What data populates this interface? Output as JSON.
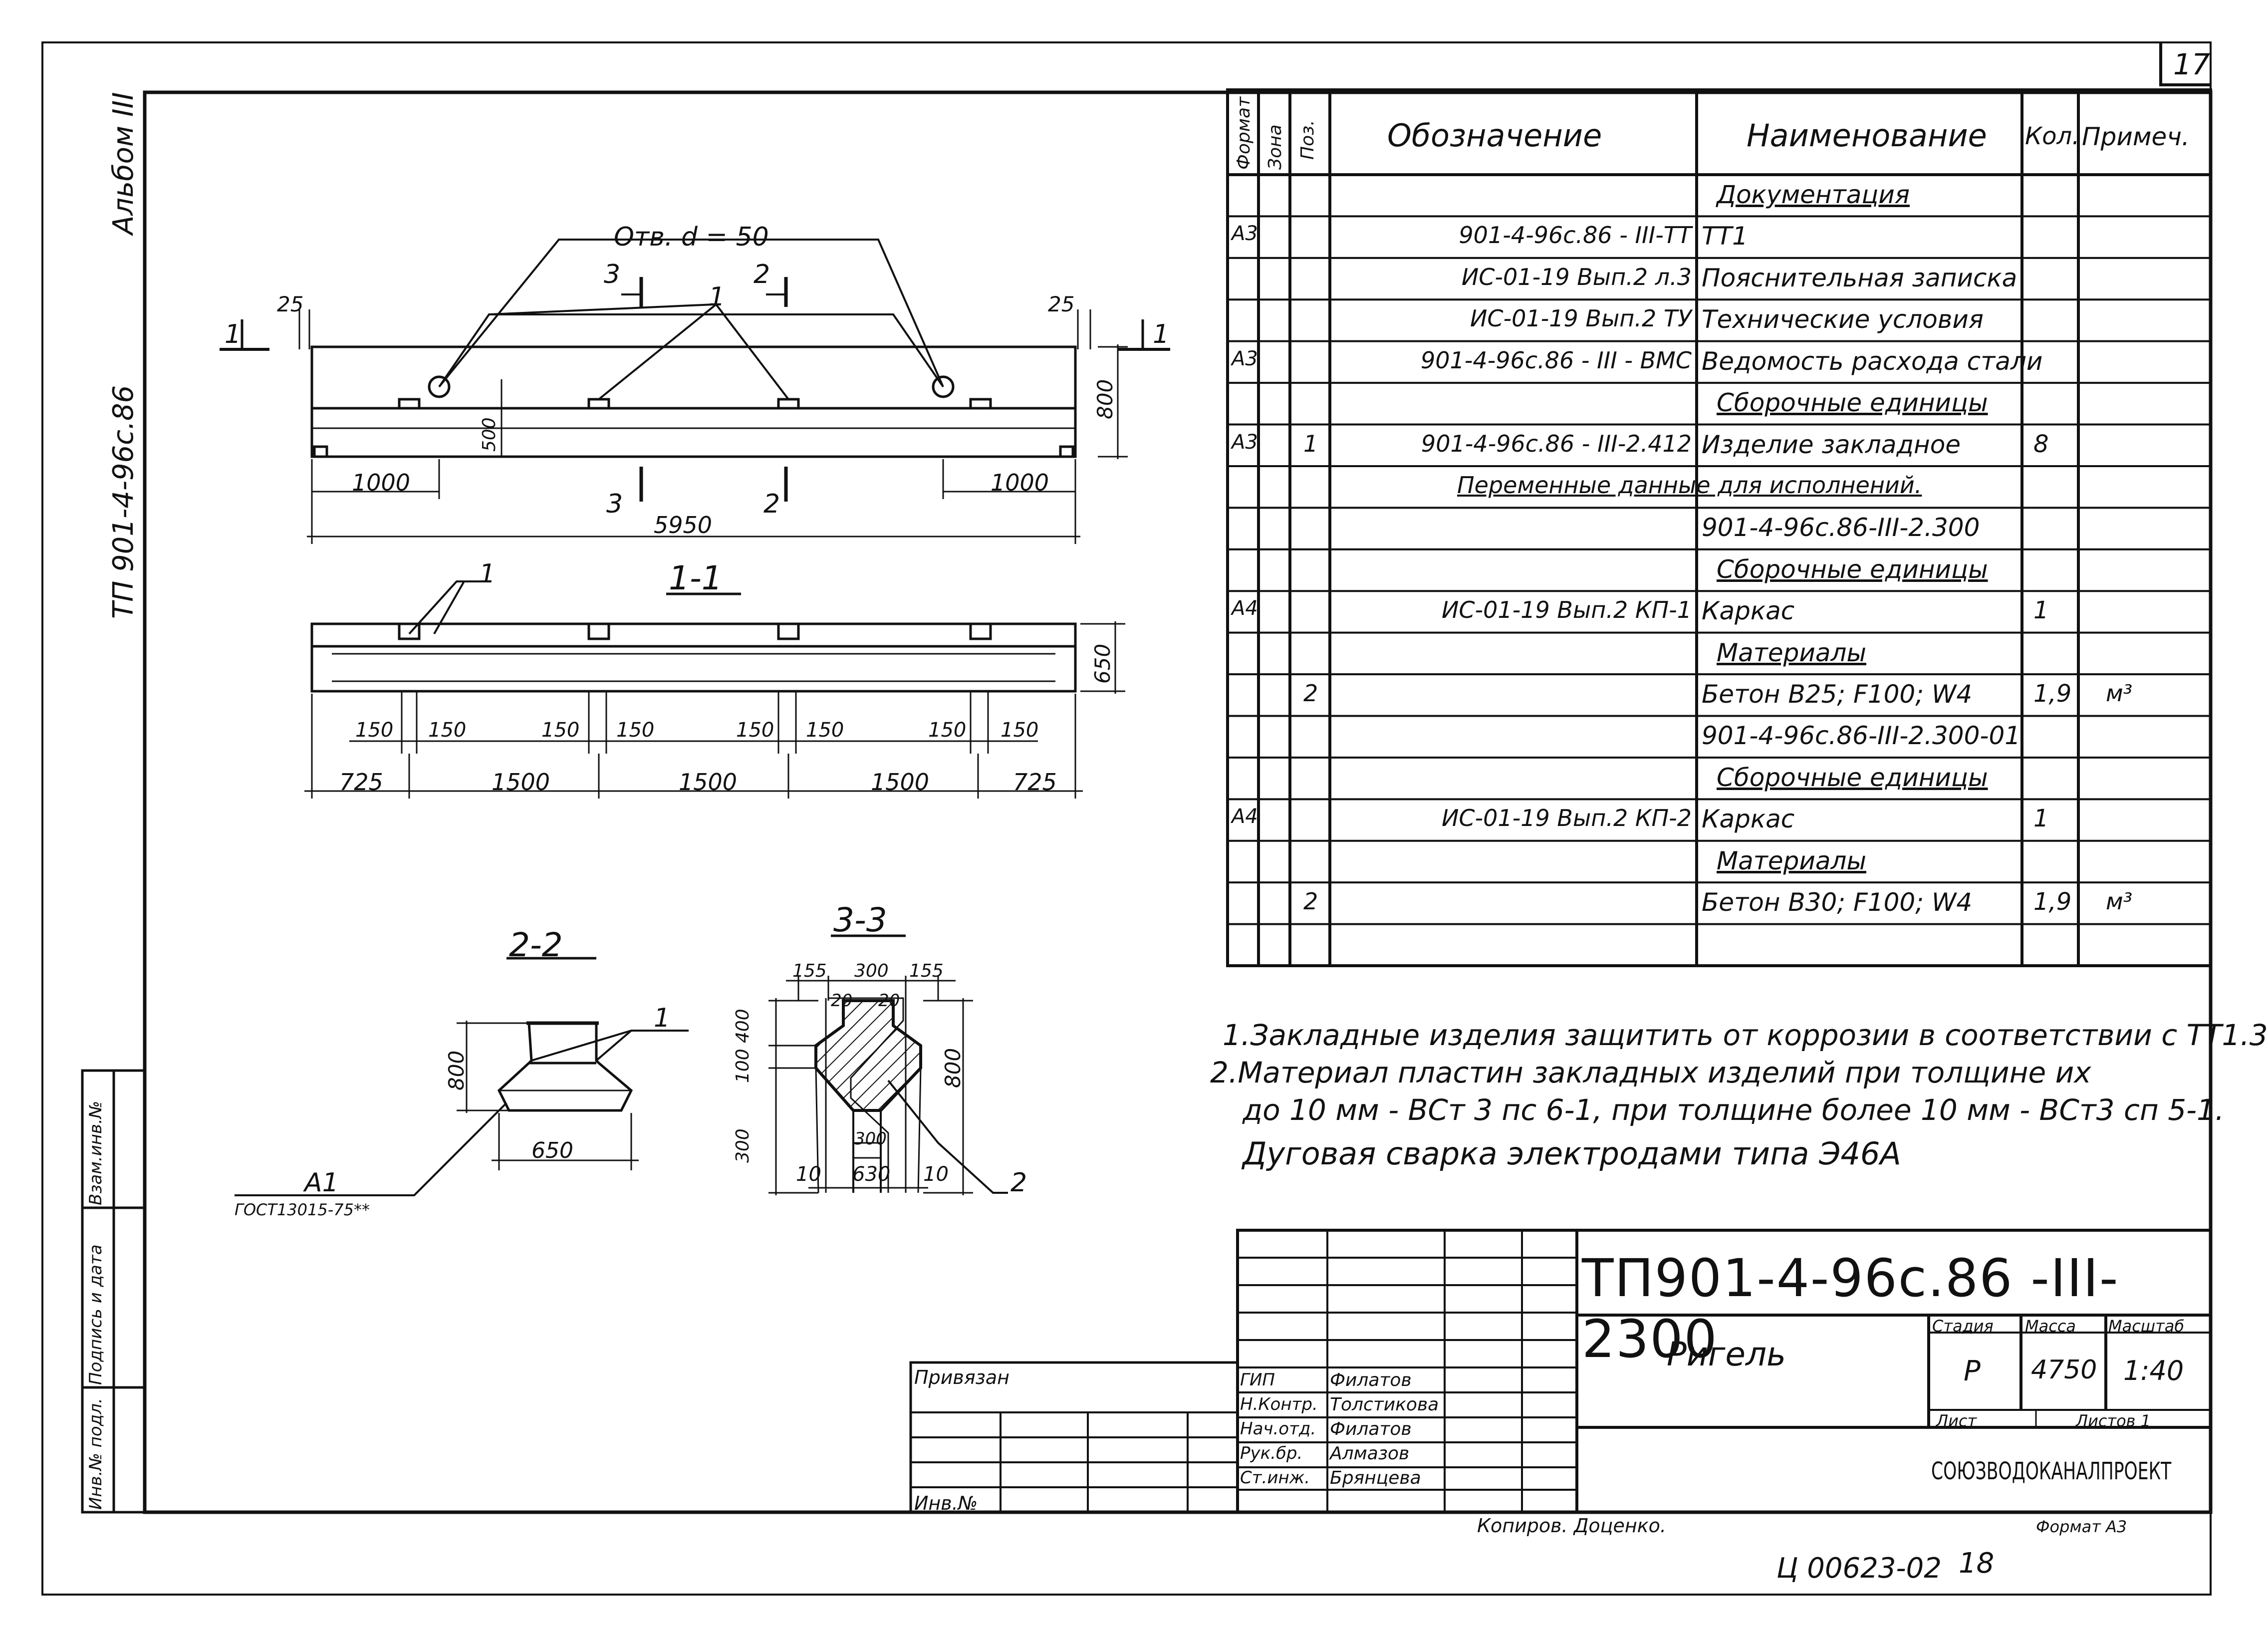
{
  "sheet_number": "17",
  "album_label": "Альбом III",
  "side_code": "ТП 901-4-96с.86",
  "spec": {
    "header": {
      "format": "Формат",
      "zone": "Зона",
      "pos": "Поз.",
      "designation": "Обозначение",
      "name": "Наименование",
      "qty": "Кол.",
      "note": "Примеч."
    },
    "rows": [
      {
        "fmt": "",
        "pos": "",
        "des": "",
        "name": "Документация",
        "qty": "",
        "note": ""
      },
      {
        "fmt": "А3",
        "pos": "",
        "des": "901-4-96с.86 - III-ТТ",
        "name": "ТТ1",
        "qty": "",
        "note": ""
      },
      {
        "fmt": "",
        "pos": "",
        "des": "ИС-01-19 Вып.2 л.3",
        "name": "Пояснительная записка",
        "qty": "",
        "note": ""
      },
      {
        "fmt": "",
        "pos": "",
        "des": "ИС-01-19 Вып.2 ТУ",
        "name": "Технические условия",
        "qty": "",
        "note": ""
      },
      {
        "fmt": "А3",
        "pos": "",
        "des": "901-4-96с.86 - III - ВМС",
        "name": "Ведомость расхода стали",
        "qty": "",
        "note": ""
      },
      {
        "fmt": "",
        "pos": "",
        "des": "",
        "name": "Сборочные единицы",
        "qty": "",
        "note": ""
      },
      {
        "fmt": "А3",
        "pos": "1",
        "des": "901-4-96с.86 - III-2.412",
        "name": "Изделие закладное",
        "qty": "8",
        "note": ""
      },
      {
        "fmt": "",
        "pos": "",
        "des": "Переменные данные для исполнений.",
        "name": "",
        "qty": "",
        "note": ""
      },
      {
        "fmt": "",
        "pos": "",
        "des": "",
        "name": "901-4-96с.86-III-2.300",
        "qty": "",
        "note": ""
      },
      {
        "fmt": "",
        "pos": "",
        "des": "",
        "name": "Сборочные единицы",
        "qty": "",
        "note": ""
      },
      {
        "fmt": "А4",
        "pos": "",
        "des": "ИС-01-19 Вып.2 КП-1",
        "name": "Каркас",
        "qty": "1",
        "note": ""
      },
      {
        "fmt": "",
        "pos": "",
        "des": "",
        "name": "Материалы",
        "qty": "",
        "note": ""
      },
      {
        "fmt": "",
        "pos": "2",
        "des": "",
        "name": "Бетон В25; F100; W4",
        "qty": "1,9",
        "note": "м³"
      },
      {
        "fmt": "",
        "pos": "",
        "des": "",
        "name": "901-4-96с.86-III-2.300-01",
        "qty": "",
        "note": ""
      },
      {
        "fmt": "",
        "pos": "",
        "des": "",
        "name": "Сборочные единицы",
        "qty": "",
        "note": ""
      },
      {
        "fmt": "А4",
        "pos": "",
        "des": "ИС-01-19 Вып.2 КП-2",
        "name": "Каркас",
        "qty": "1",
        "note": ""
      },
      {
        "fmt": "",
        "pos": "",
        "des": "",
        "name": "Материалы",
        "qty": "",
        "note": ""
      },
      {
        "fmt": "",
        "pos": "2",
        "des": "",
        "name": "Бетон В30; F100; W4",
        "qty": "1,9",
        "note": "м³"
      },
      {
        "fmt": "",
        "pos": "",
        "des": "",
        "name": "",
        "qty": "",
        "note": ""
      }
    ]
  },
  "notes": [
    "1.Закладные изделия защитить от коррозии в соответствии с ТТ1.3",
    "2.Материал пластин закладных изделий при толщине их",
    "до 10 мм - ВСт 3 пс 6-1, при толщине более 10 мм - ВСт3 сп 5-1.",
    "Дуговая сварка электродами типа Э46А"
  ],
  "drawing": {
    "hole_label": "Отв. d = 50",
    "leader_1": "1",
    "cut_3": "3",
    "cut_2": "2",
    "cut_1": "1",
    "dim_25": "25",
    "dim_800": "800",
    "dim_500": "500",
    "dim_1000": "1000",
    "dim_5950": "5950",
    "sec11_title": "1-1",
    "dim_650": "650",
    "dim_150": "150",
    "dim_725": "725",
    "dim_1500": "1500",
    "sec22_title": "2-2",
    "sec33_title": "3-3",
    "dim_155": "155",
    "dim_300": "300",
    "dim_20": "20",
    "dim_400": "400",
    "dim_100": "100",
    "dim_630": "630",
    "dim_10": "10",
    "leader_2": "2",
    "a1": "А1",
    "gost": "ГОСТ13015-75**"
  },
  "title_block": {
    "code": "ТП901-4-96с.86 -III-2300",
    "name": "Ригель",
    "stage_h": "Стадия",
    "mass_h": "Масса",
    "scale_h": "Масштаб",
    "stage": "Р",
    "mass": "4750",
    "scale": "1:40",
    "sheet_h": "Лист",
    "sheets_h": "Листов 1",
    "org": "СОЮЗВОДОКАНАЛПРОЕКТ",
    "privyazan": "Привязан",
    "inv": "Инв.№",
    "roles": [
      {
        "role": "ГИП",
        "name": "Филатов"
      },
      {
        "role": "Н.Контр.",
        "name": "Толстикова"
      },
      {
        "role": "Нач.отд.",
        "name": "Филатов"
      },
      {
        "role": "Рук.бр.",
        "name": "Алмазов"
      },
      {
        "role": "Ст.инж.",
        "name": "Брянцева"
      }
    ],
    "format": "Формат А3"
  },
  "left_stamp": [
    "Инв.№ подл.",
    "Подпись и дата",
    "Взам.инв.№"
  ],
  "footer": {
    "copied": "Копиров. Доценко.",
    "code": "Ц 00623-02",
    "page": "18"
  }
}
